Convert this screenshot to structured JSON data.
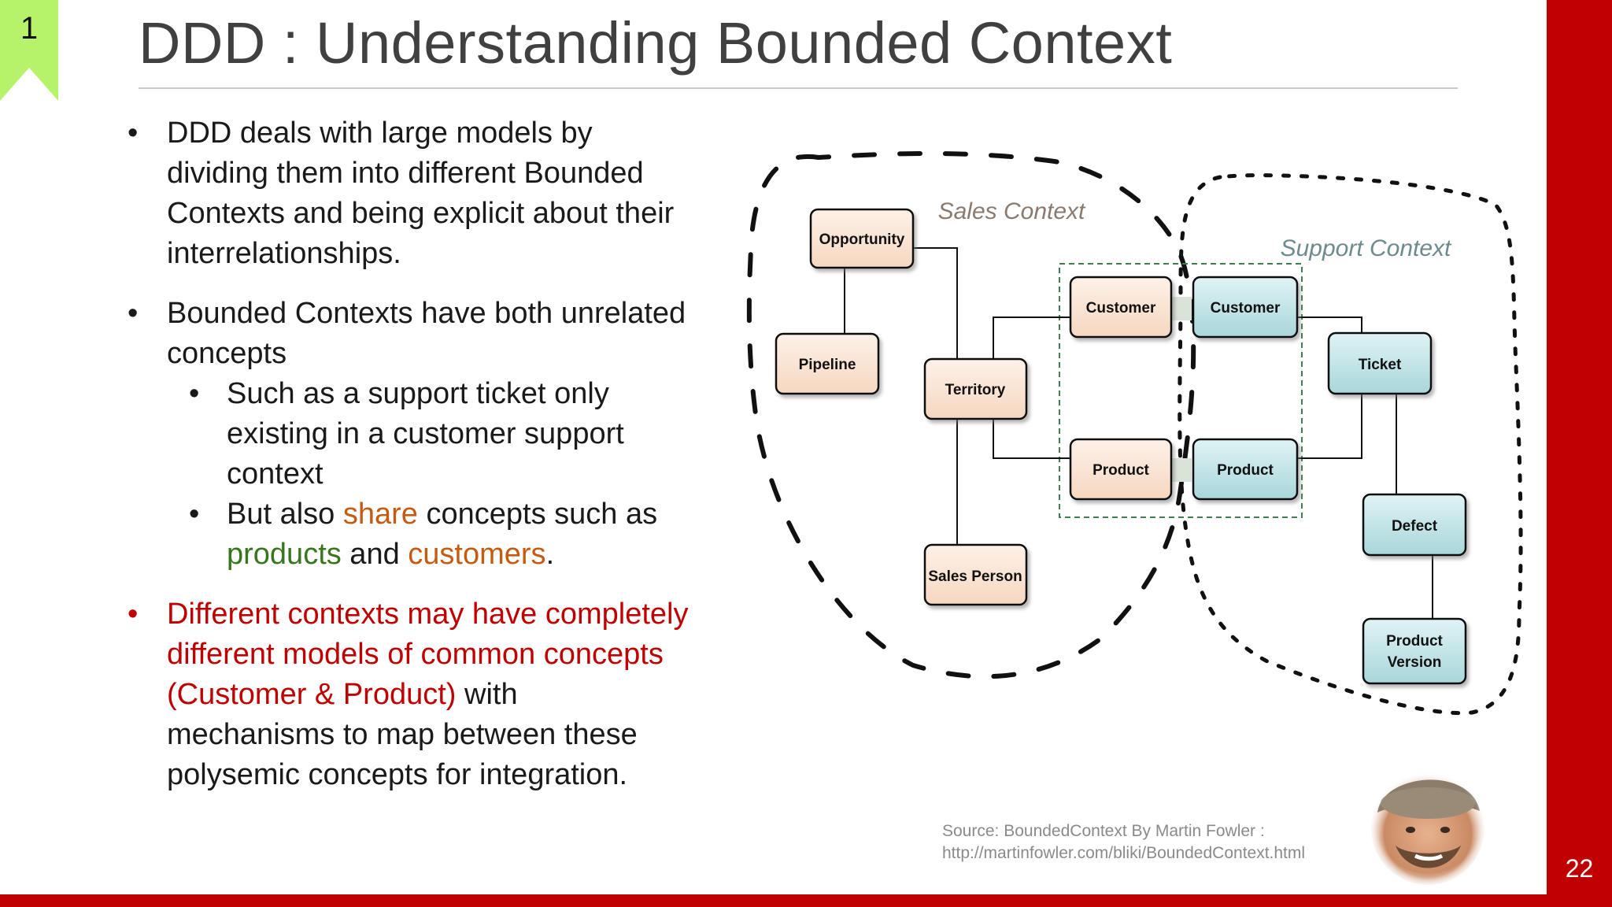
{
  "slide": {
    "section_number": "1",
    "title": "DDD : Understanding Bounded Context",
    "page_number": "22"
  },
  "bullets": {
    "b1": "DDD deals with large models by dividing them into different Bounded Contexts and being explicit about their interrelationships.",
    "b2": "Bounded Contexts have both unrelated concepts",
    "s1": "Such as a support ticket only existing in a customer support context",
    "s2_pre": "But also ",
    "s2_share": "share",
    "s2_mid": " concepts such as ",
    "s2_products": "products",
    "s2_and": " and ",
    "s2_customers": "customers",
    "s2_end": ".",
    "b3_red": "Different contexts may have completely different models of common concepts (Customer & Product)",
    "b3_rest": " with mechanisms to map between these polysemic concepts for integration."
  },
  "diagram": {
    "sales_context_label": "Sales Context",
    "support_context_label": "Support Context",
    "nodes": {
      "opportunity": "Opportunity",
      "pipeline": "Pipeline",
      "territory": "Territory",
      "sales_person": "Sales Person",
      "sales_customer": "Customer",
      "sales_product": "Product",
      "support_customer": "Customer",
      "support_product": "Product",
      "ticket": "Ticket",
      "defect": "Defect",
      "product_version_1": "Product",
      "product_version_2": "Version"
    },
    "colors": {
      "sales_node": "#fbe6d6",
      "support_node": "#c9e8ea",
      "label": "#8a7a6e",
      "shared_box": "#3f7f4f"
    }
  },
  "source": {
    "line1": "Source: BoundedContext By Martin Fowler :",
    "line2": "http://martinfowler.com/bliki/BoundedContext.html"
  },
  "colors": {
    "accent": "#c00000",
    "badge": "#b6f36b"
  }
}
